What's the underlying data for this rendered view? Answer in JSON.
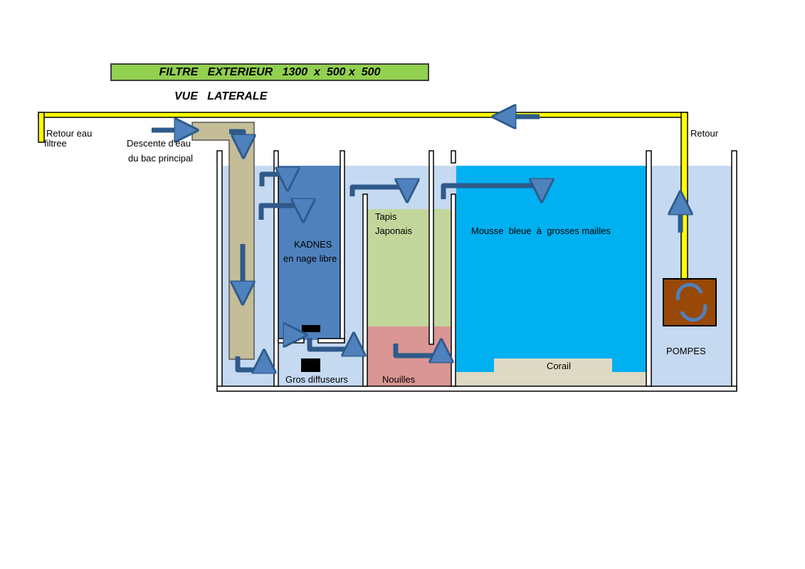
{
  "title": "FILTRE   EXTERIEUR   1300  x  500 x  500",
  "subtitle": "VUE   LATERALE",
  "labels": {
    "retour_eau_1": "Retour eau",
    "retour_eau_2": "filtree",
    "descente_1": "Descente d'eau",
    "descente_2": "du bac principal",
    "kadnes_1": "KADNES",
    "kadnes_2": "en nage libre",
    "gros_diffuseurs": "Gros diffuseurs",
    "tapis_1": "Tapis",
    "tapis_2": "Japonais",
    "nouilles": "Nouilles",
    "mousse": "Mousse  bleue  à  grosses mailles",
    "corail": "Corail",
    "pompes": "POMPES",
    "retour": "Retour"
  },
  "colors": {
    "water": "#c5d9f1",
    "kadnes": "#4f81bd",
    "tapis": "#c3d69b",
    "nouilles": "#d99694",
    "mousse": "#00b0f0",
    "corail": "#ddd9c4",
    "descente_pipe": "#c4bd97",
    "pump": "#984807",
    "pipe_yellow": "#ffff00",
    "arrow": "#4f81bd",
    "title_bg": "#92d050"
  }
}
